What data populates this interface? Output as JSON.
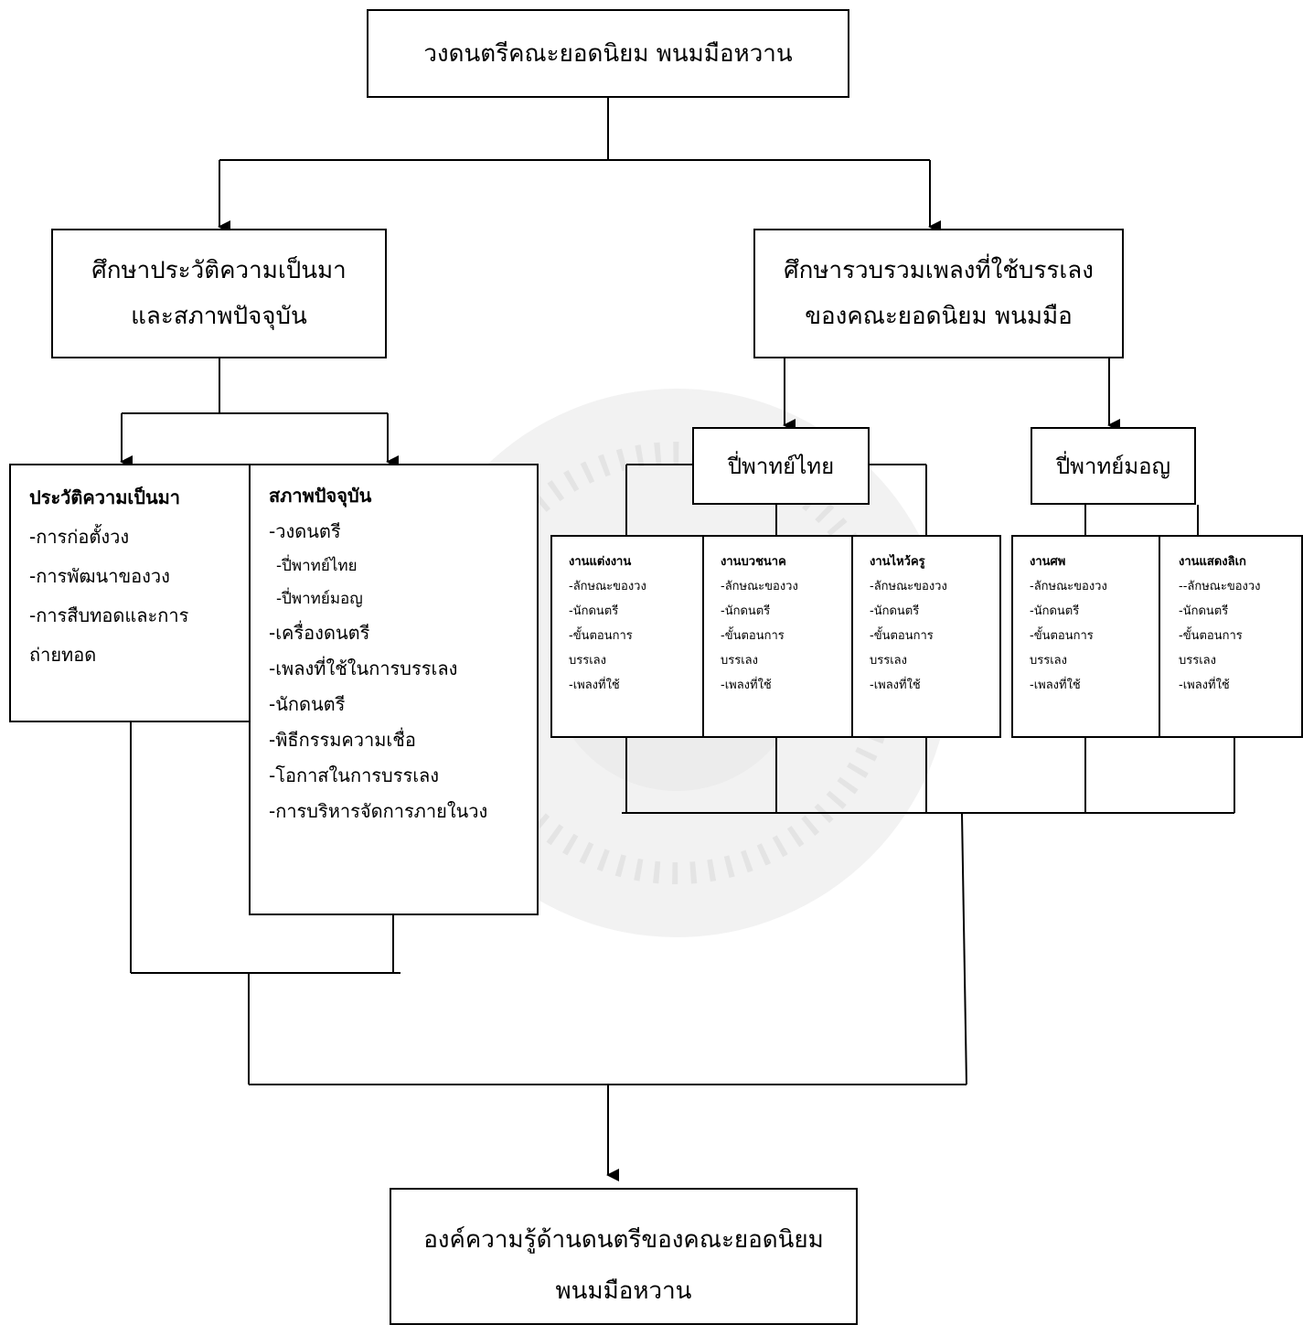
{
  "root": {
    "title": "วงดนตรีคณะยอดนิยม พนมมือหวาน"
  },
  "left_branch": {
    "title_line1": "ศึกษาประวัติความเป็นมา",
    "title_line2": "และสภาพปัจจุบัน",
    "history": {
      "heading": "ประวัติความเป็นมา",
      "items": [
        "-การก่อตั้งวง",
        "-การพัฒนาของวง",
        "-การสืบทอดและการ",
        "ถ่ายทอด"
      ]
    },
    "present": {
      "heading": "สภาพปัจจุบัน",
      "item0": "-วงดนตรี",
      "sub": [
        "-ปี่พาทย์ไทย",
        "-ปี่พาทย์มอญ"
      ],
      "items": [
        "-เครื่องดนตรี",
        "-เพลงที่ใช้ในการบรรเลง",
        "-นักดนตรี",
        "-พิธีกรรมความเชื่อ",
        "-โอกาสในการบรรเลง",
        "-การบริหารจัดการภายในวง"
      ]
    }
  },
  "right_branch": {
    "title_line1": "ศึกษารวบรวมเพลงที่ใช้บรรเลง",
    "title_line2": "ของคณะยอดนิยม พนมมือ",
    "thai": {
      "label": "ปี่พาทย์ไทย",
      "events": [
        {
          "heading": "งานแต่งงาน",
          "items": [
            "-ลักษณะของวง",
            "-นักดนตรี",
            "-ขั้นตอนการ",
            "บรรเลง",
            "-เพลงที่ใช้"
          ]
        },
        {
          "heading": "งานบวชนาค",
          "items": [
            "-ลักษณะของวง",
            "-นักดนตรี",
            "-ขั้นตอนการ",
            "บรรเลง",
            "-เพลงที่ใช้"
          ]
        },
        {
          "heading": "งานไหว้ครู",
          "items": [
            "-ลักษณะของวง",
            "-นักดนตรี",
            "-ขั้นตอนการ",
            "บรรเลง",
            "-เพลงที่ใช้"
          ]
        }
      ]
    },
    "mon": {
      "label": "ปี่พาทย์มอญ",
      "events": [
        {
          "heading": "งานศพ",
          "items": [
            "-ลักษณะของวง",
            "-นักดนตรี",
            "-ขั้นตอนการ",
            "บรรเลง",
            "-เพลงที่ใช้"
          ]
        },
        {
          "heading": "งานแสดงลิเก",
          "items": [
            "--ลักษณะของวง",
            "-นักดนตรี",
            "-ขั้นตอนการ",
            "บรรเลง",
            "-เพลงที่ใช้"
          ]
        }
      ]
    }
  },
  "result": {
    "line1": "องค์ความรู้ด้านดนตรีของคณะยอดนิยม",
    "line2": "พนมมือหวาน"
  }
}
